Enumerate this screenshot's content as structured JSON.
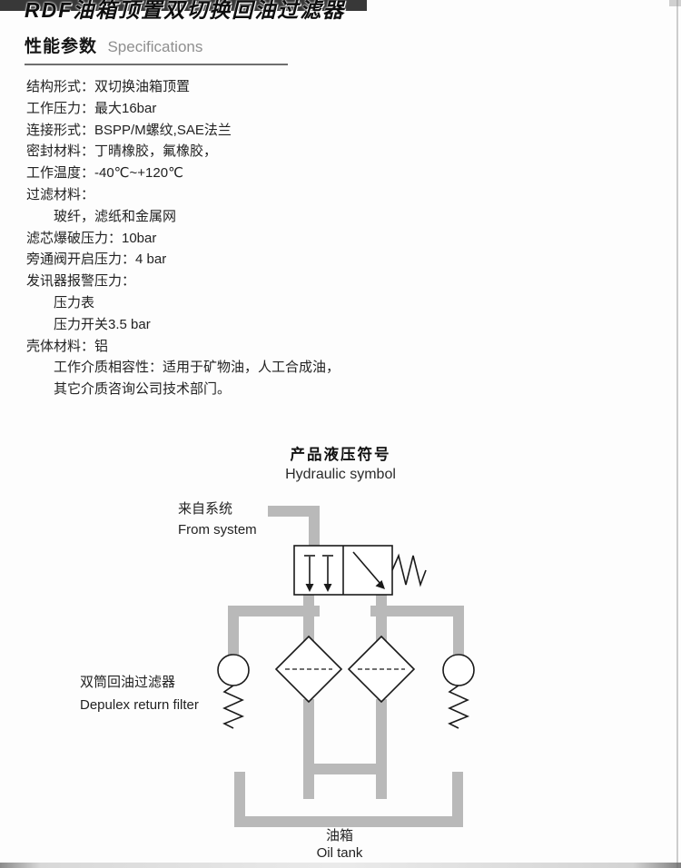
{
  "header": {
    "title": "RDF油箱顶置双切换回油过滤器"
  },
  "section": {
    "heading_zh": "性能参数",
    "heading_en": "Specifications"
  },
  "specs": [
    "结构形式：双切换油箱顶置",
    "工作压力：最大16bar",
    "连接形式：BSPP/M螺纹,SAE法兰",
    "密封材料：丁晴橡胶，氟橡胶，",
    "工作温度：-40℃~+120℃",
    "过滤材料：",
    "　　玻纤，滤纸和金属网",
    "滤芯爆破压力：10bar",
    "旁通阀开启压力：4 bar",
    "发讯器报警压力：",
    "　　压力表",
    "　　压力开关3.5 bar",
    "壳体材料：铝",
    "　　工作介质相容性：适用于矿物油，人工合成油，",
    "　　其它介质咨询公司技术部门。"
  ],
  "diagram": {
    "title_zh": "产品液压符号",
    "title_en": "Hydraulic symbol",
    "from_system_zh": "来自系统",
    "from_system_en": "From system",
    "duplex_filter_zh": "双筒回油过滤器",
    "duplex_filter_en": "Depulex return filter",
    "tank_zh": "油箱",
    "tank_en": "Oil tank"
  },
  "colors": {
    "pipe": "#b9b9b9",
    "symbol": "#1a1a1a",
    "header_bar": "#383838"
  }
}
